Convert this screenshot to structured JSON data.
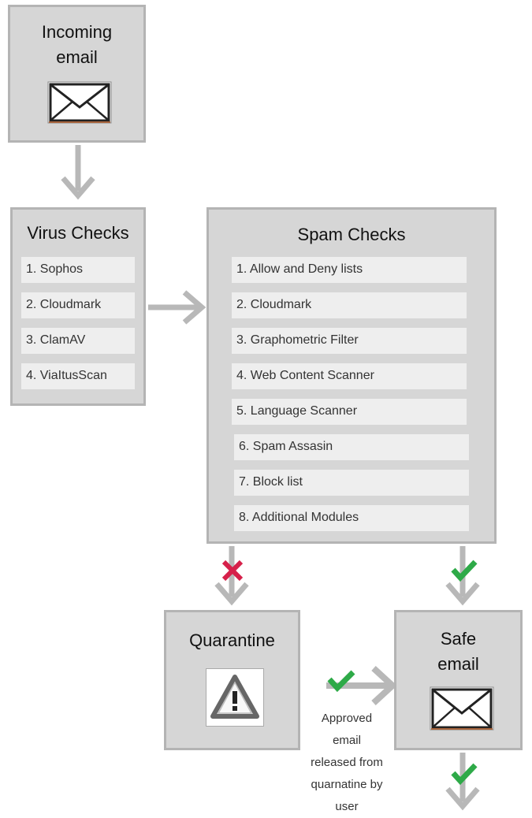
{
  "incoming": {
    "title_line1": "Incoming",
    "title_line2": "email",
    "icon": "envelope-icon"
  },
  "virus": {
    "title": "Virus Checks",
    "items": [
      "1. Sophos",
      "2. Cloudmark",
      "3. ClamAV",
      "4. ViaItusScan"
    ]
  },
  "spam": {
    "title": "Spam Checks",
    "items": [
      "1. Allow and Deny lists",
      "2. Cloudmark",
      "3. Graphometric Filter",
      "4. Web Content Scanner",
      "5. Language Scanner",
      "6. Spam Assasin",
      "7. Block list",
      "8. Additional Modules"
    ]
  },
  "quarantine": {
    "title": "Quarantine",
    "icon": "warning-icon"
  },
  "safe": {
    "title_line1": "Safe",
    "title_line2": "email",
    "icon": "envelope-icon"
  },
  "release_caption": [
    "Approved",
    "email",
    "released from",
    "quarnatine by user"
  ],
  "colors": {
    "box": "#d6d6d6",
    "border": "#b4b4b4",
    "arrow": "#b8b8b8",
    "reject": "#d6204a",
    "approve": "#2eaa48"
  }
}
